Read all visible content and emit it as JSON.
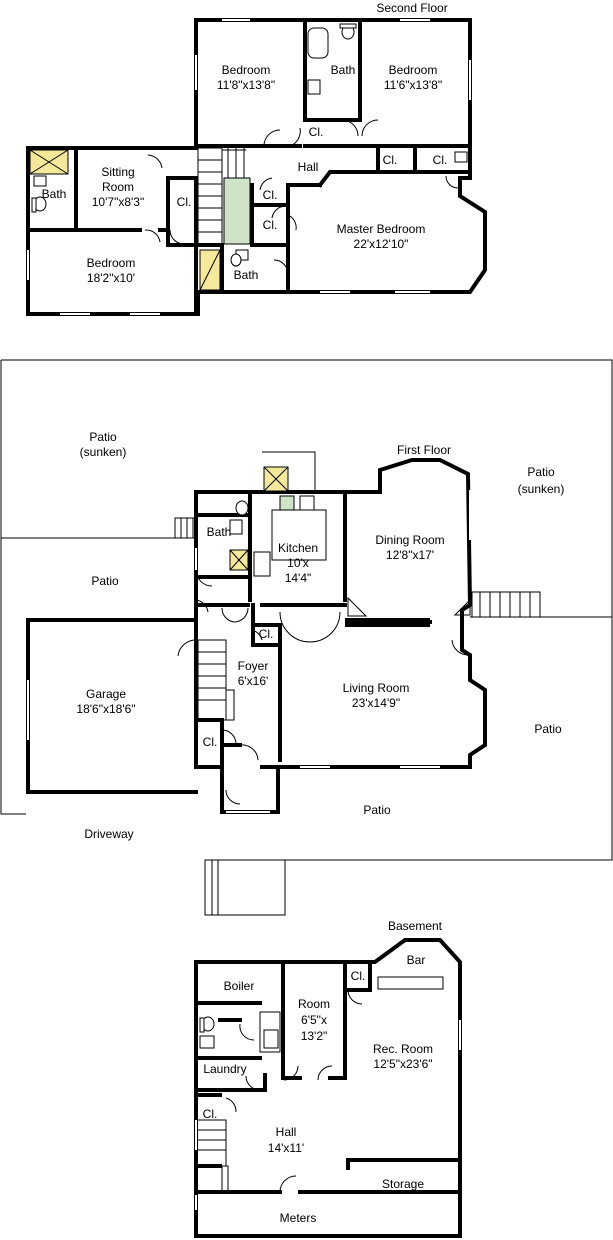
{
  "floors": {
    "second": {
      "title": "Second Floor"
    },
    "first": {
      "title": "First Floor"
    },
    "basement": {
      "title": "Basement"
    }
  },
  "rooms": {
    "second": {
      "bedroom_a": {
        "name": "Bedroom",
        "size": "11'8\"x13'8\""
      },
      "bath_top": {
        "name": "Bath"
      },
      "bedroom_b": {
        "name": "Bedroom",
        "size": "11'6\"x13'8\""
      },
      "cl_1": {
        "name": "Cl."
      },
      "cl_2": {
        "name": "Cl."
      },
      "cl_3": {
        "name": "Cl."
      },
      "hall": {
        "name": "Hall"
      },
      "sitting": {
        "name": "Sitting",
        "name2": "Room",
        "size": "10'7\"x8'3\""
      },
      "bath_left": {
        "name": "Bath"
      },
      "cl_4": {
        "name": "Cl."
      },
      "cl_5": {
        "name": "Cl."
      },
      "cl_6": {
        "name": "Cl."
      },
      "master": {
        "name": "Master Bedroom",
        "size": "22'x12'10\""
      },
      "bedroom_c": {
        "name": "Bedroom",
        "size": "18'2\"x10'"
      },
      "bath_mid": {
        "name": "Bath"
      }
    },
    "first": {
      "patio_nw": {
        "name": "Patio",
        "note": "(sunken)"
      },
      "patio_ne": {
        "name": "Patio",
        "note": "(sunken)"
      },
      "patio_w": {
        "name": "Patio"
      },
      "bath": {
        "name": "Bath"
      },
      "kitchen": {
        "name": "Kitchen",
        "w": "10'x",
        "h": "14'4\""
      },
      "dining": {
        "name": "Dining Room",
        "size": "12'8\"x17'"
      },
      "cl_1": {
        "name": "Cl."
      },
      "garage": {
        "name": "Garage",
        "size": "18'6\"x18'6\""
      },
      "foyer": {
        "name": "Foyer",
        "size": "6'x16'"
      },
      "living": {
        "name": "Living Room",
        "size": "23'x14'9\""
      },
      "patio_e": {
        "name": "Patio"
      },
      "cl_2": {
        "name": "Cl."
      },
      "patio_s": {
        "name": "Patio"
      },
      "driveway": {
        "name": "Driveway"
      }
    },
    "basement": {
      "bar": {
        "name": "Bar"
      },
      "boiler": {
        "name": "Boiler"
      },
      "cl_1": {
        "name": "Cl."
      },
      "room": {
        "name": "Room",
        "w": "6'5\"x",
        "h": "13'2\""
      },
      "rec": {
        "name": "Rec. Room",
        "size": "12'5\"x23'6\""
      },
      "laundry": {
        "name": "Laundry"
      },
      "cl_2": {
        "name": "Cl."
      },
      "hall": {
        "name": "Hall",
        "size": "14'x11'"
      },
      "storage": {
        "name": "Storage"
      },
      "meters": {
        "name": "Meters"
      }
    }
  },
  "colors": {
    "closet_fill": "#f4e99a",
    "tile_fill": "#cfe3c8",
    "wall": "#000000"
  }
}
